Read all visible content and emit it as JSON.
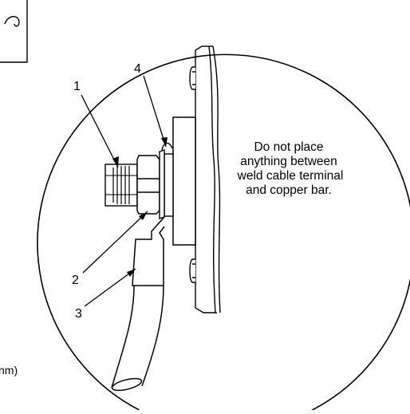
{
  "callouts": {
    "one": "1",
    "two": "2",
    "three": "3",
    "four": "4"
  },
  "note": {
    "line1": "Do not place",
    "line2": "anything between",
    "line3": "weld cable terminal",
    "line4": "and copper bar."
  },
  "clipped_text": {
    "bottom_left": "nm)"
  },
  "colors": {
    "ink": "#000000",
    "paper": "#ffffff"
  }
}
